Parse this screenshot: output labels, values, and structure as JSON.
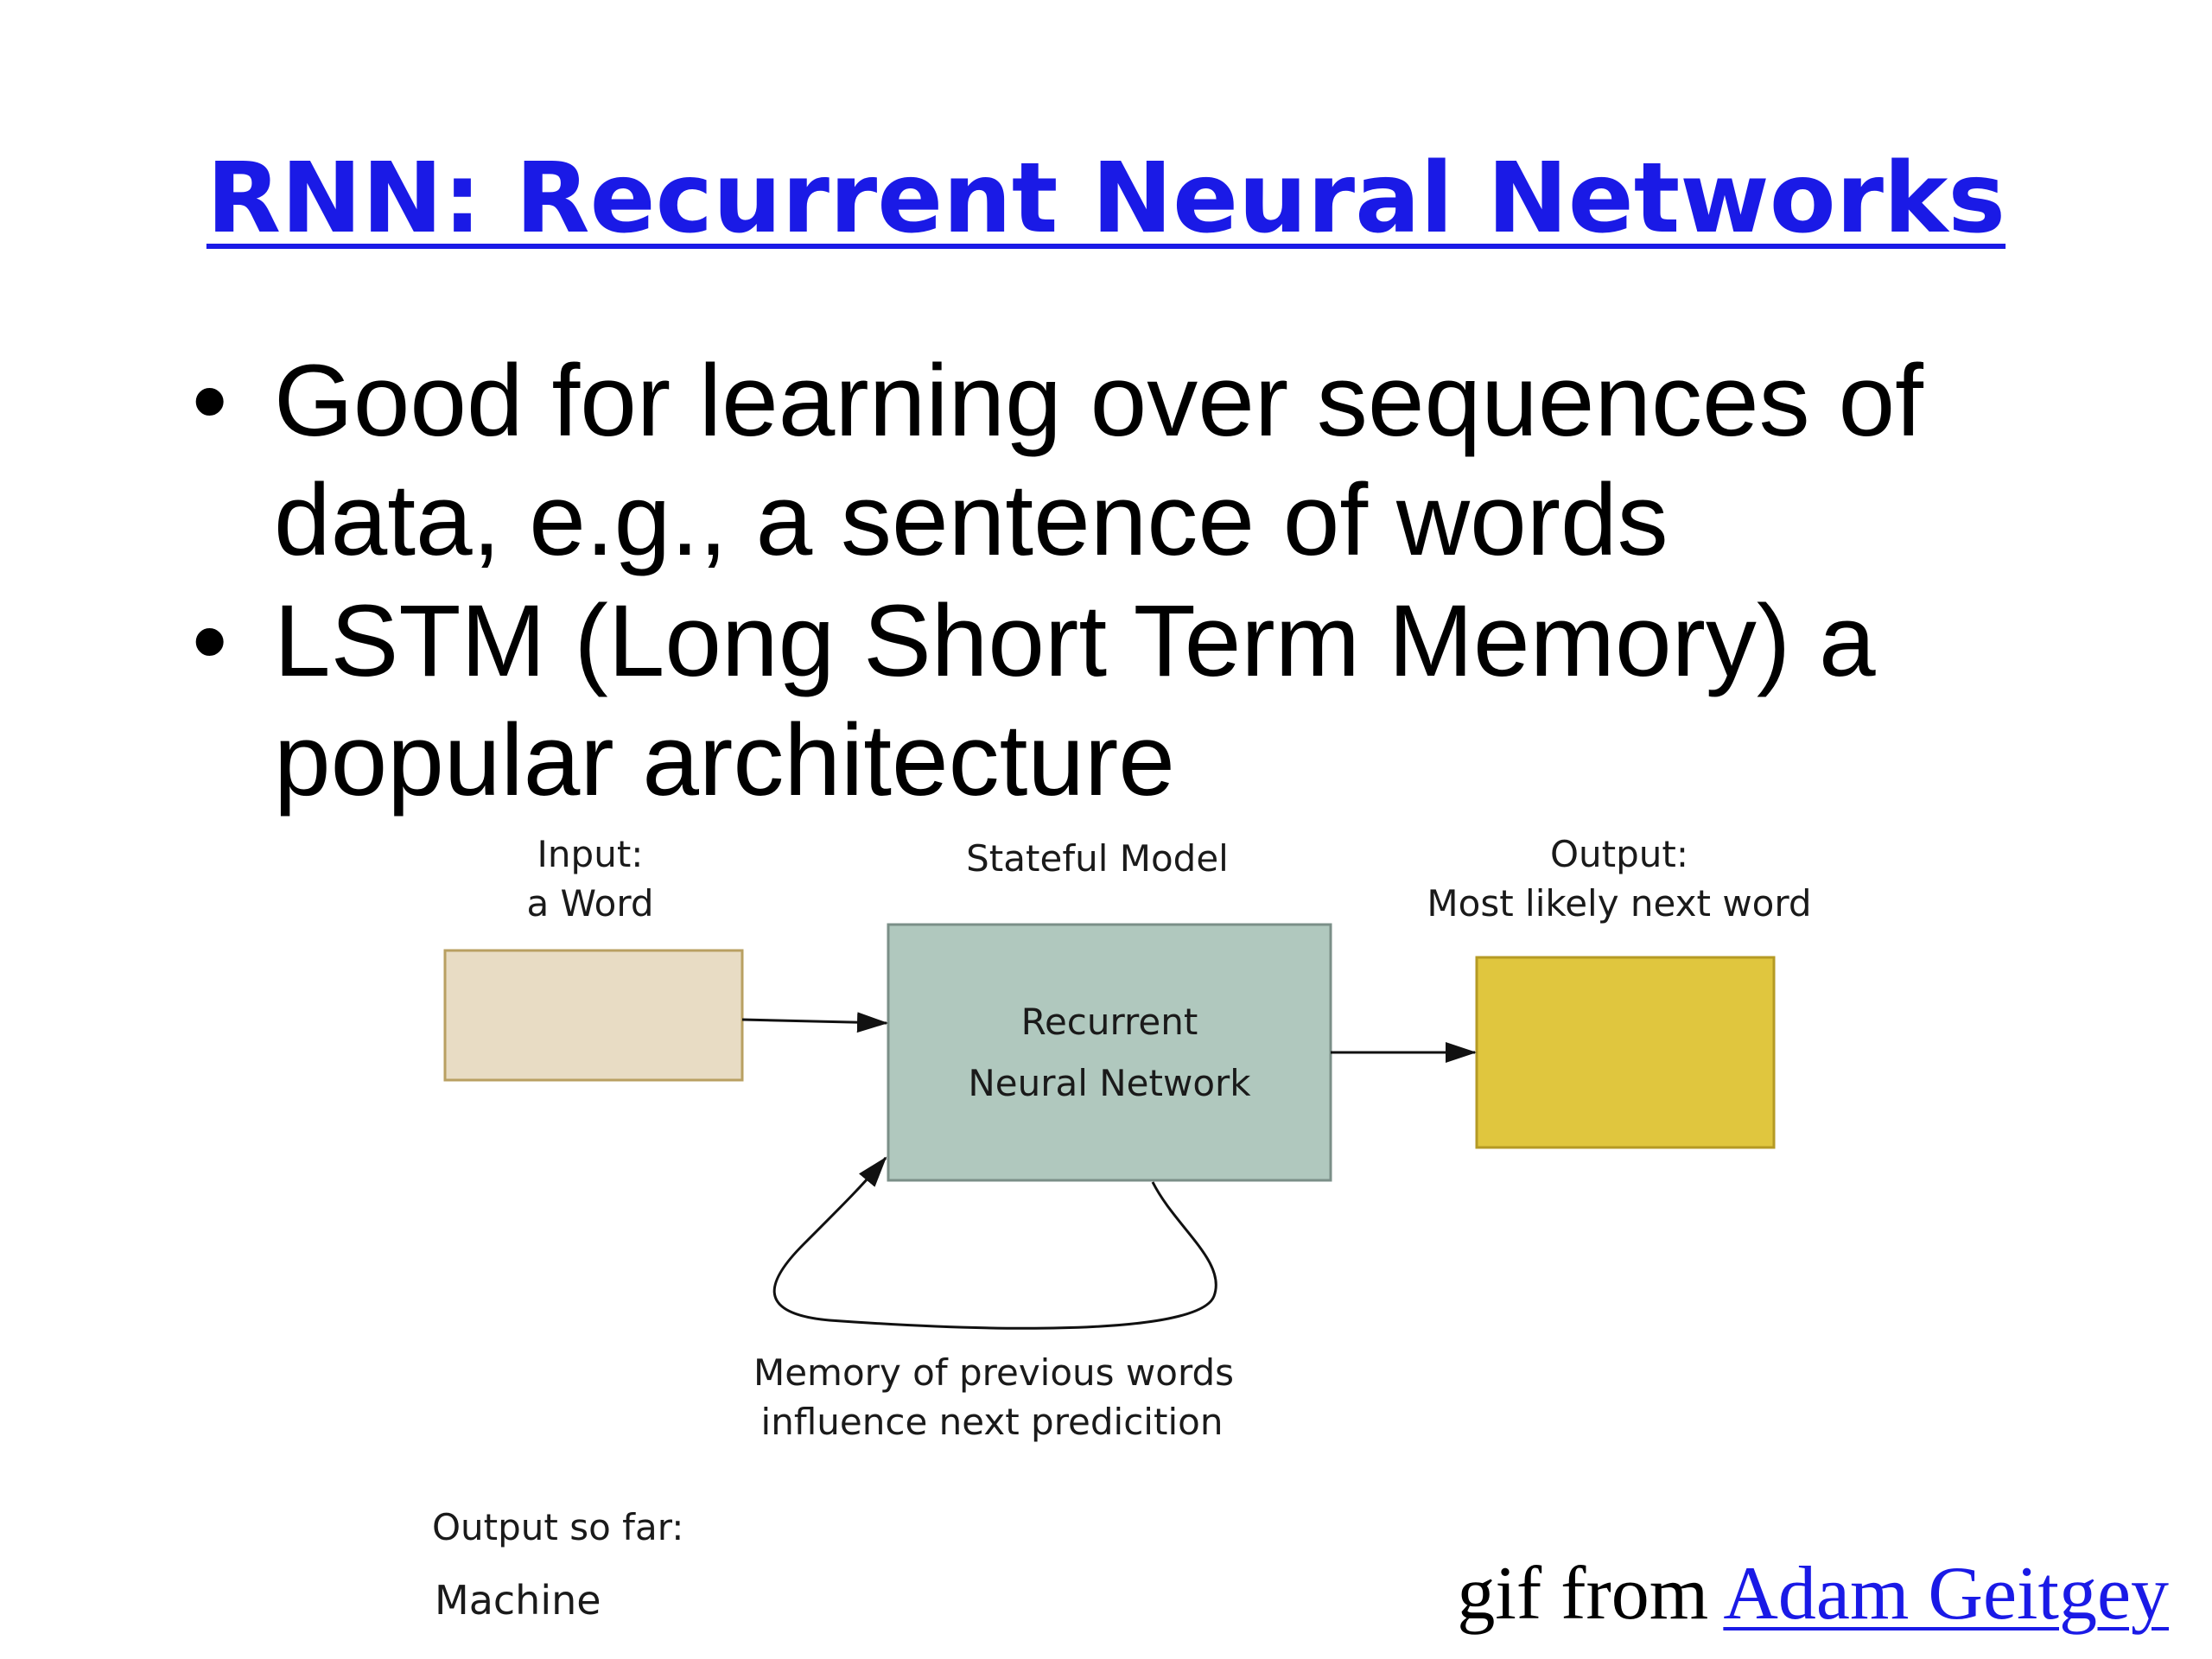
{
  "slide": {
    "title": "RNN: Recurrent Neural Networks",
    "bullets": [
      {
        "marker": "•",
        "text": "Good for learning over sequences of data, e.g., a sentence of words"
      },
      {
        "marker": "•",
        "text": "LSTM (Long Short Term Memory) a popular architecture"
      }
    ]
  },
  "diagram": {
    "input_label_line1": "Input:",
    "input_label_line2": "a Word",
    "model_label": "Stateful Model",
    "output_label_line1": "Output:",
    "output_label_line2": "Most likely next word",
    "rnn_box_line1": "Recurrent",
    "rnn_box_line2": "Neural Network",
    "memory_line1": "Memory of previous words",
    "memory_line2": "influence next predicition",
    "output_so_far_label": "Output so far:",
    "output_so_far_value": "Machine",
    "colors": {
      "input_box": "#e8dcc4",
      "rnn_box": "#b0c8be",
      "output_box": "#e0c63e"
    }
  },
  "credit": {
    "prefix": "gif from",
    "link_text": "Adam Geitgey"
  }
}
